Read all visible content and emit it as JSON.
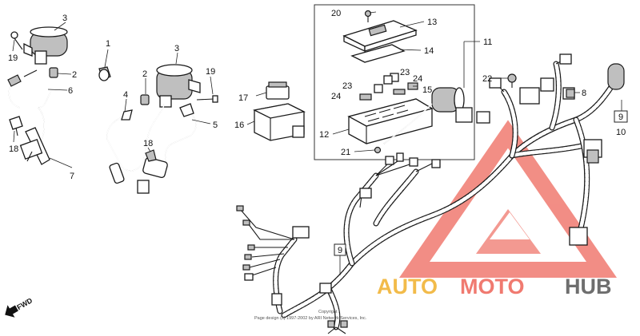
{
  "callouts": {
    "c1": "1",
    "c2a": "2",
    "c2b": "2",
    "c3a": "3",
    "c3b": "3",
    "c4": "4",
    "c5": "5",
    "c6": "6",
    "c7": "7",
    "c8": "8",
    "c9a": "9",
    "c9b": "9",
    "c10": "10",
    "c11": "11",
    "c12": "12",
    "c13": "13",
    "c14": "14",
    "c15": "15",
    "c16": "16",
    "c17": "17",
    "c18a": "18",
    "c18b": "18",
    "c19a": "19",
    "c19b": "19",
    "c20": "20",
    "c21": "21",
    "c22": "22",
    "c23a": "23",
    "c23b": "23",
    "c24a": "24",
    "c24b": "24"
  },
  "direction_label": "FWD",
  "copyright": {
    "line1": "Copyright",
    "line2": "Page design (c) 1997-2002 by ARI Network Services, Inc."
  },
  "watermark": {
    "part1": "AUTO",
    "part2": "MOTO",
    "part3": "HUB",
    "colors": {
      "red": "#e8433c",
      "salmon": "#f07a70",
      "gold": "#f2bb4a",
      "gray": "#6e6e6e"
    }
  }
}
